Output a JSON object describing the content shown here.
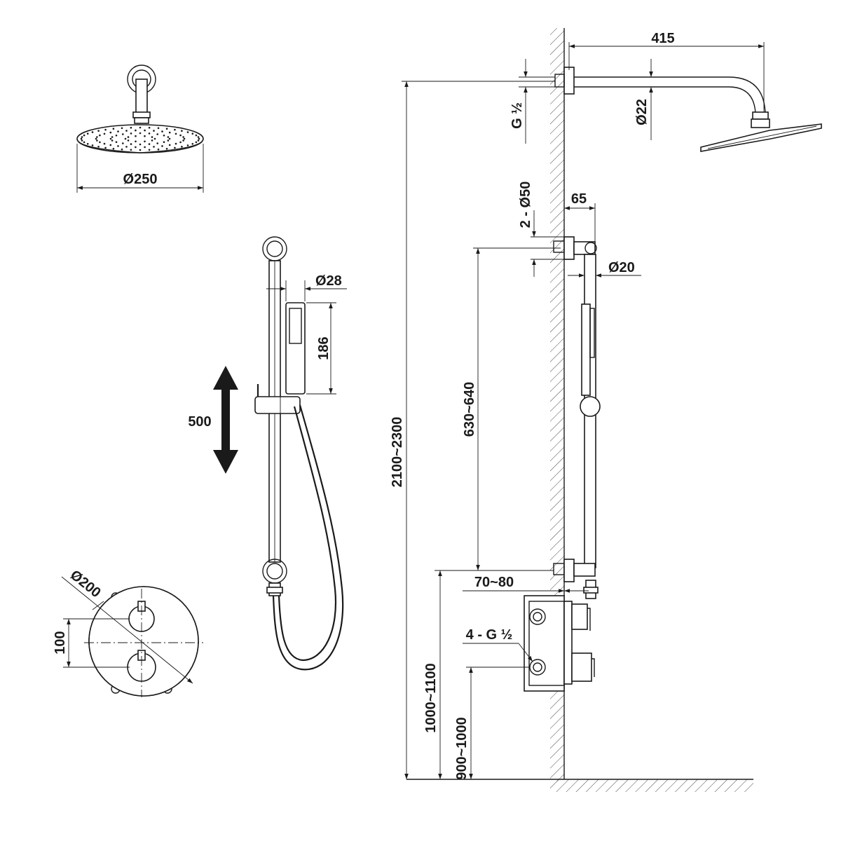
{
  "labels": {
    "overhead_diameter": "Ø250",
    "hand_diameter": "Ø28",
    "hand_length": "186",
    "slide_travel": "500",
    "plate_diameter": "Ø200",
    "plate_spacing": "100",
    "total_height": "2100~2300",
    "arm_length": "415",
    "arm_thread": "G ½",
    "arm_diameter": "Ø22",
    "bracket_diameter": "2 - Ø50",
    "bracket_depth": "65",
    "rail_diameter": "Ø20",
    "rail_length": "630~640",
    "outlet_depth": "70~80",
    "valve_connections": "4 - G ½",
    "valve_height": "1000~1100",
    "lower_height": "900~1000"
  }
}
